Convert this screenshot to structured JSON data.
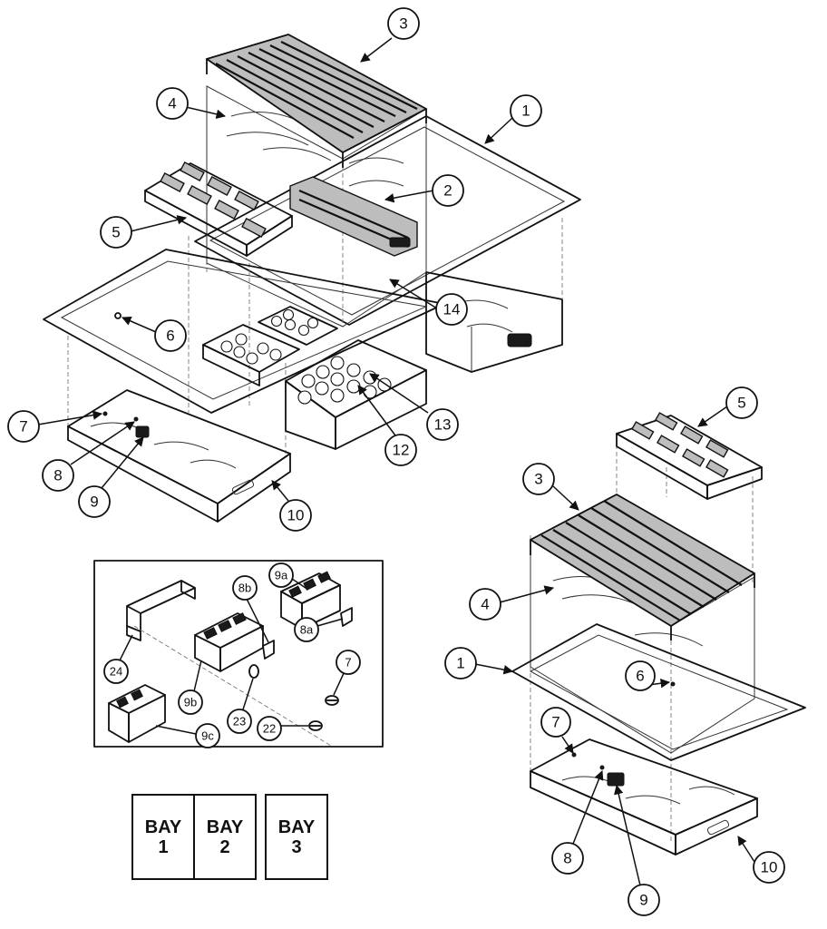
{
  "diagram": {
    "callouts_main": [
      "1",
      "2",
      "3",
      "4",
      "5",
      "6",
      "7",
      "8",
      "9",
      "10",
      "12",
      "13",
      "14"
    ],
    "callouts_detail": [
      "9a",
      "8b",
      "8a",
      "7",
      "24",
      "9b",
      "23",
      "22",
      "9c"
    ],
    "callouts_right": [
      "5",
      "3",
      "4",
      "1",
      "6",
      "7",
      "8",
      "9",
      "10"
    ],
    "bays": [
      {
        "word": "BAY",
        "number": "1"
      },
      {
        "word": "BAY",
        "number": "2"
      },
      {
        "word": "BAY",
        "number": "3"
      }
    ]
  }
}
